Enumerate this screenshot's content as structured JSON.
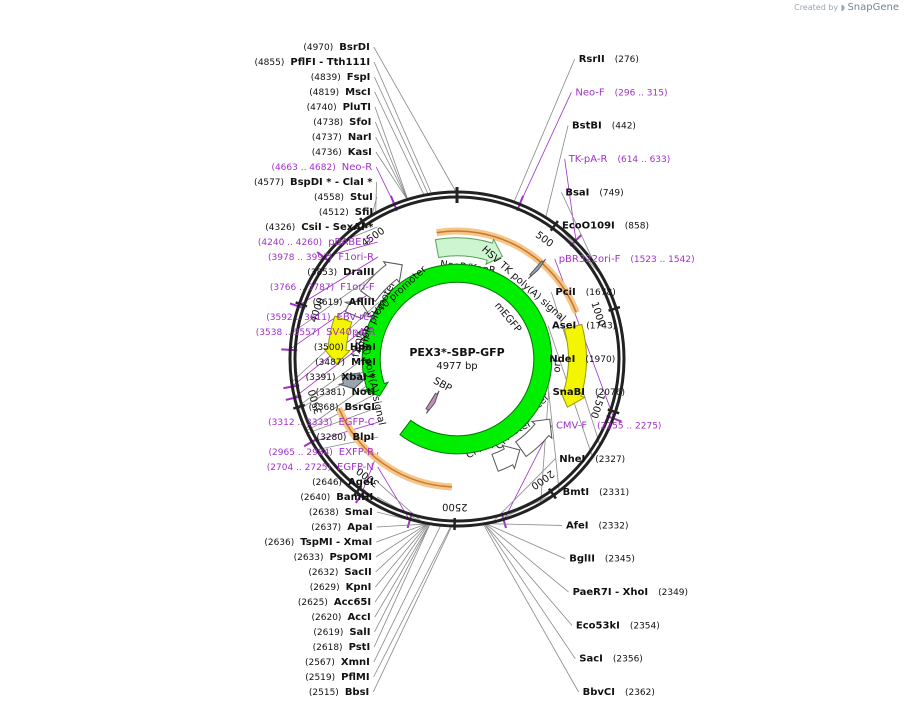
{
  "brand": {
    "created_by": "Created by",
    "app": "SnapGene"
  },
  "plasmid": {
    "name": "PEX3*-SBP-GFP",
    "length_label": "4977 bp",
    "length": 4977
  },
  "ticks": [
    {
      "bp": 500,
      "label": "500"
    },
    {
      "bp": 1000,
      "label": "1000"
    },
    {
      "bp": 1500,
      "label": "1500"
    },
    {
      "bp": 2000,
      "label": "2000"
    },
    {
      "bp": 2500,
      "label": "2500"
    },
    {
      "bp": 3000,
      "label": "3000"
    },
    {
      "bp": 3500,
      "label": "3500"
    },
    {
      "bp": 4000,
      "label": "4000"
    },
    {
      "bp": 4500,
      "label": "4500"
    }
  ],
  "sites_right": [
    {
      "name": "RsrII",
      "pos": "(276)",
      "bp": 276,
      "type": "enzyme"
    },
    {
      "name": "Neo-F",
      "pos": "(296 .. 315)",
      "bp": 305,
      "type": "primer"
    },
    {
      "name": "BstBI",
      "pos": "(442)",
      "bp": 442,
      "type": "enzyme"
    },
    {
      "name": "TK-pA-R",
      "pos": "(614 .. 633)",
      "bp": 623,
      "type": "primer"
    },
    {
      "name": "BsaI",
      "pos": "(749)",
      "bp": 749,
      "type": "enzyme"
    },
    {
      "name": "EcoO109I",
      "pos": "(858)",
      "bp": 858,
      "type": "enzyme"
    },
    {
      "name": "pBR322ori-F",
      "pos": "(1523 .. 1542)",
      "bp": 1532,
      "type": "primer"
    },
    {
      "name": "PciI",
      "pos": "(1678)",
      "bp": 1678,
      "type": "enzyme"
    },
    {
      "name": "AseI",
      "pos": "(1743)",
      "bp": 1743,
      "type": "enzyme"
    },
    {
      "name": "NdeI",
      "pos": "(1970)",
      "bp": 1970,
      "type": "enzyme"
    },
    {
      "name": "SnaBI",
      "pos": "(2076)",
      "bp": 2076,
      "type": "enzyme"
    },
    {
      "name": "CMV-F",
      "pos": "(2255 .. 2275)",
      "bp": 2265,
      "type": "primer"
    },
    {
      "name": "NheI",
      "pos": "(2327)",
      "bp": 2327,
      "type": "enzyme"
    },
    {
      "name": "BmtI",
      "pos": "(2331)",
      "bp": 2331,
      "type": "enzyme"
    },
    {
      "name": "AfeI",
      "pos": "(2332)",
      "bp": 2332,
      "type": "enzyme"
    },
    {
      "name": "BglII",
      "pos": "(2345)",
      "bp": 2345,
      "type": "enzyme"
    },
    {
      "name": "PaeR7I - XhoI",
      "pos": "(2349)",
      "bp": 2349,
      "type": "enzyme"
    },
    {
      "name": "Eco53kI",
      "pos": "(2354)",
      "bp": 2354,
      "type": "enzyme"
    },
    {
      "name": "SacI",
      "pos": "(2356)",
      "bp": 2356,
      "type": "enzyme"
    },
    {
      "name": "BbvCI",
      "pos": "(2362)",
      "bp": 2362,
      "type": "enzyme"
    }
  ],
  "sites_left": [
    {
      "name": "BsrDI",
      "pos": "(4970)",
      "bp": 4970,
      "type": "enzyme"
    },
    {
      "name": "PflFI - Tth111I",
      "pos": "(4855)",
      "bp": 4855,
      "type": "enzyme"
    },
    {
      "name": "FspI",
      "pos": "(4839)",
      "bp": 4839,
      "type": "enzyme"
    },
    {
      "name": "MscI",
      "pos": "(4819)",
      "bp": 4819,
      "type": "enzyme"
    },
    {
      "name": "PluTI",
      "pos": "(4740)",
      "bp": 4740,
      "type": "enzyme"
    },
    {
      "name": "SfoI",
      "pos": "(4738)",
      "bp": 4738,
      "type": "enzyme"
    },
    {
      "name": "NarI",
      "pos": "(4737)",
      "bp": 4737,
      "type": "enzyme"
    },
    {
      "name": "KasI",
      "pos": "(4736)",
      "bp": 4736,
      "type": "enzyme"
    },
    {
      "name": "Neo-R",
      "pos": "(4663 .. 4682)",
      "bp": 4672,
      "type": "primer"
    },
    {
      "name": "BspDI * - ClaI *",
      "pos": "(4577)",
      "bp": 4577,
      "type": "enzyme"
    },
    {
      "name": "StuI",
      "pos": "(4558)",
      "bp": 4558,
      "type": "enzyme"
    },
    {
      "name": "SfiI",
      "pos": "(4512)",
      "bp": 4512,
      "type": "enzyme"
    },
    {
      "name": "CsiI - SexAI *",
      "pos": "(4326)",
      "bp": 4326,
      "type": "enzyme"
    },
    {
      "name": "pBABE 3'",
      "pos": "(4240 .. 4260)",
      "bp": 4250,
      "type": "primer"
    },
    {
      "name": "F1ori-R",
      "pos": "(3978 .. 3997)",
      "bp": 3987,
      "type": "primer"
    },
    {
      "name": "DraIII",
      "pos": "(3853)",
      "bp": 3853,
      "type": "enzyme"
    },
    {
      "name": "F1ori-F",
      "pos": "(3766 .. 3787)",
      "bp": 3776,
      "type": "primer"
    },
    {
      "name": "AflIII",
      "pos": "(3619)",
      "bp": 3619,
      "type": "enzyme"
    },
    {
      "name": "EBV-rev",
      "pos": "(3592 .. 3611)",
      "bp": 3601,
      "type": "primer"
    },
    {
      "name": "SV40pA-R",
      "pos": "(3538 .. 3557)",
      "bp": 3547,
      "type": "primer"
    },
    {
      "name": "HpaI",
      "pos": "(3500)",
      "bp": 3500,
      "type": "enzyme"
    },
    {
      "name": "MfeI",
      "pos": "(3487)",
      "bp": 3487,
      "type": "enzyme"
    },
    {
      "name": "XbaI *",
      "pos": "(3391)",
      "bp": 3391,
      "type": "enzyme"
    },
    {
      "name": "NotI",
      "pos": "(3381)",
      "bp": 3381,
      "type": "enzyme"
    },
    {
      "name": "BsrGI",
      "pos": "(3368)",
      "bp": 3368,
      "type": "enzyme"
    },
    {
      "name": "EGFP-C",
      "pos": "(3312 .. 3333)",
      "bp": 3322,
      "type": "primer"
    },
    {
      "name": "BlpI",
      "pos": "(3280)",
      "bp": 3280,
      "type": "enzyme"
    },
    {
      "name": "EXFP-R",
      "pos": "(2965 .. 2984)",
      "bp": 2974,
      "type": "primer"
    },
    {
      "name": "EGFP-N",
      "pos": "(2704 .. 2725)",
      "bp": 2714,
      "type": "primer"
    },
    {
      "name": "AgeI",
      "pos": "(2646)",
      "bp": 2646,
      "type": "enzyme"
    },
    {
      "name": "BamHI",
      "pos": "(2640)",
      "bp": 2640,
      "type": "enzyme"
    },
    {
      "name": "SmaI",
      "pos": "(2638)",
      "bp": 2638,
      "type": "enzyme"
    },
    {
      "name": "ApaI",
      "pos": "(2637)",
      "bp": 2637,
      "type": "enzyme"
    },
    {
      "name": "TspMI - XmaI",
      "pos": "(2636)",
      "bp": 2636,
      "type": "enzyme"
    },
    {
      "name": "PspOMI",
      "pos": "(2633)",
      "bp": 2633,
      "type": "enzyme"
    },
    {
      "name": "SacII",
      "pos": "(2632)",
      "bp": 2632,
      "type": "enzyme"
    },
    {
      "name": "KpnI",
      "pos": "(2629)",
      "bp": 2629,
      "type": "enzyme"
    },
    {
      "name": "Acc65I",
      "pos": "(2625)",
      "bp": 2625,
      "type": "enzyme"
    },
    {
      "name": "AccI",
      "pos": "(2620)",
      "bp": 2620,
      "type": "enzyme"
    },
    {
      "name": "SalI",
      "pos": "(2619)",
      "bp": 2619,
      "type": "enzyme"
    },
    {
      "name": "PstI",
      "pos": "(2618)",
      "bp": 2618,
      "type": "enzyme"
    },
    {
      "name": "XmnI",
      "pos": "(2567)",
      "bp": 2567,
      "type": "enzyme"
    },
    {
      "name": "PflMI",
      "pos": "(2519)",
      "bp": 2519,
      "type": "enzyme"
    },
    {
      "name": "BbsI",
      "pos": "(2515)",
      "bp": 2515,
      "type": "enzyme"
    }
  ],
  "features": [
    {
      "name": "NeoR/KanR",
      "start": 4835,
      "end": 330,
      "ring": 0.68,
      "dir": 1,
      "color": "#cdf5cf",
      "stroke": "#5aa05a"
    },
    {
      "name": "HSV TK poly(A) signal",
      "start": 565,
      "end": 585,
      "ring": 0.73,
      "dir": 1,
      "color": "#9aa4ae",
      "stroke": "#555"
    },
    {
      "name": "ori",
      "start": 1030,
      "end": 1570,
      "ring": 0.73,
      "dir": 1,
      "color": "#f4f600",
      "stroke": "#9a9a00"
    },
    {
      "name": "CMV enhancer",
      "start": 1700,
      "end": 2000,
      "ring": 0.67,
      "dir": -1,
      "color": "#ffffff",
      "stroke": "#555"
    },
    {
      "name": "CMV promoter",
      "start": 2010,
      "end": 2210,
      "ring": 0.67,
      "dir": -1,
      "color": "#ffffff",
      "stroke": "#555"
    },
    {
      "name": "SBP",
      "start": 2860,
      "end": 2930,
      "ring": 0.3,
      "dir": -1,
      "color": "#c490b8",
      "stroke": "#555"
    },
    {
      "name": "mEGFP",
      "start": 3380,
      "end": 3000,
      "ring": 0.52,
      "dir": -1,
      "color": "#00ee00",
      "stroke": "#007700"
    },
    {
      "name": "SV40 poly(A) signal",
      "start": 3510,
      "end": 3620,
      "ring": 0.65,
      "dir": -1,
      "color": "#9aa4ae",
      "stroke": "#555"
    },
    {
      "name": "f1 ori",
      "start": 3700,
      "end": 4000,
      "ring": 0.73,
      "dir": -1,
      "color": "#f4f600",
      "stroke": "#9a9a00"
    },
    {
      "name": "AmpR promoter",
      "start": 4050,
      "end": 4160,
      "ring": 0.68,
      "dir": 1,
      "color": "#ffffff",
      "stroke": "#555"
    },
    {
      "name": "SV40 promoter",
      "start": 4220,
      "end": 4560,
      "ring": 0.66,
      "dir": 1,
      "color": "#ffffff",
      "stroke": "#555"
    }
  ]
}
